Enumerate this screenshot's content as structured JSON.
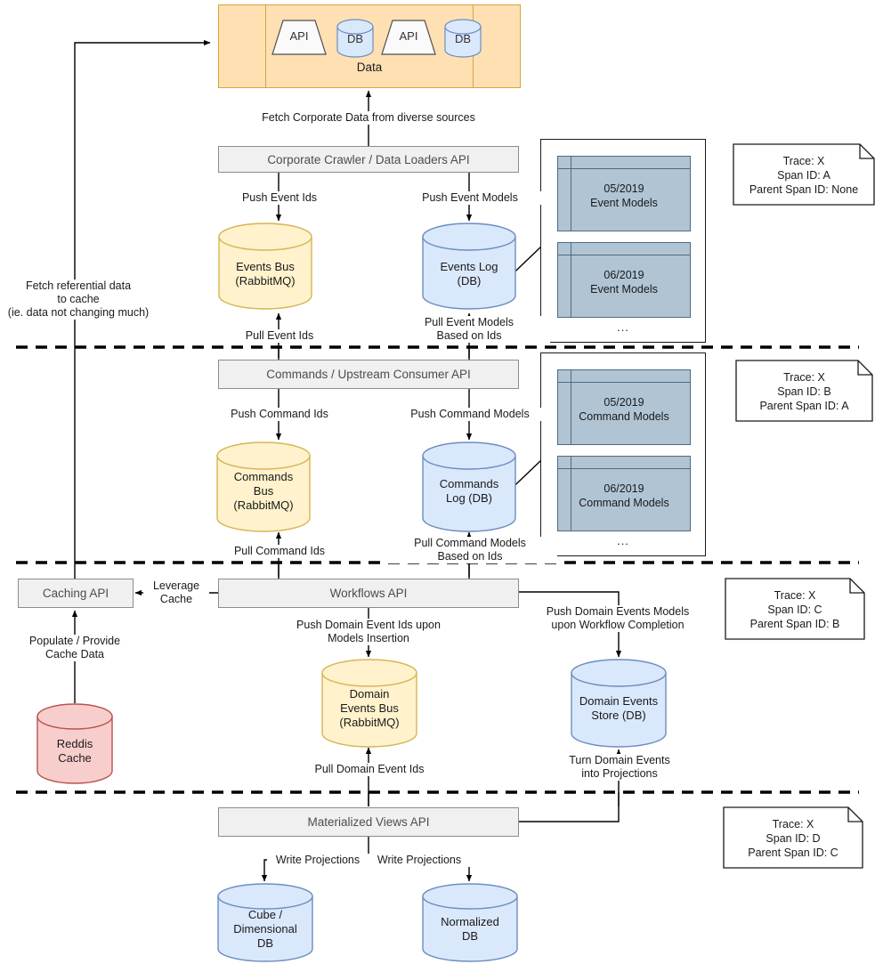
{
  "diagram": {
    "title": "Event-driven data platform architecture with distributed tracing spans",
    "colors": {
      "data_lane_fill": "#ffe0b2",
      "data_lane_stroke": "#d6a440",
      "bus_fill": "#fff2cc",
      "bus_stroke": "#d6b656",
      "db_fill": "#dae8fc",
      "db_stroke": "#6c8ebf",
      "cache_fill": "#f8cecc",
      "cache_stroke": "#b85450",
      "api_fill": "#f0f0f0",
      "api_stroke": "#8c8c8c",
      "model_fill": "#b0c4d4",
      "model_stroke": "#4f6b80",
      "line": "#000000"
    },
    "data_lane": {
      "label": "Data",
      "nodes": [
        {
          "kind": "api-trapezoid",
          "label": "API"
        },
        {
          "kind": "db-cylinder",
          "label": "DB"
        },
        {
          "kind": "api-trapezoid",
          "label": "API"
        },
        {
          "kind": "db-cylinder",
          "label": "DB"
        }
      ]
    },
    "apis": {
      "crawler": "Corporate Crawler / Data Loaders API",
      "commands": "Commands / Upstream Consumer API",
      "workflows": "Workflows API",
      "caching": "Caching API",
      "materialized": "Materialized Views API"
    },
    "stores": {
      "events_bus": "Events Bus\n(RabbitMQ)",
      "events_log": "Events Log\n(DB)",
      "commands_bus": "Commands\nBus\n(RabbitMQ)",
      "commands_log": "Commands\nLog (DB)",
      "domain_events_bus": "Domain\nEvents Bus\n(RabbitMQ)",
      "domain_events_store": "Domain Events\nStore (DB)",
      "reddis_cache": "Reddis\nCache",
      "cube_db": "Cube /\nDimensional\nDB",
      "normalized_db": "Normalized\nDB"
    },
    "edge_labels": {
      "fetch_corporate": "Fetch Corporate Data from diverse sources",
      "fetch_referential": "Fetch referential data\nto cache\n(ie. data not changing much)",
      "push_event_ids": "Push Event Ids",
      "push_event_models": "Push Event Models",
      "pull_event_ids": "Pull Event Ids",
      "pull_event_models": "Pull Event Models\nBased on Ids",
      "push_command_ids": "Push Command Ids",
      "push_command_models": "Push Command Models",
      "pull_command_ids": "Pull Command Ids",
      "pull_command_models": "Pull Command Models\nBased on Ids",
      "leverage_cache": "Leverage\nCache",
      "populate_cache": "Populate / Provide\nCache Data",
      "push_domain_event_ids": "Push Domain Event Ids upon\nModels Insertion",
      "push_domain_events_models": "Push Domain Events Models\nupon Workflow Completion",
      "pull_domain_event_ids": "Pull Domain Event Ids",
      "turn_domain_events": "Turn Domain Events\ninto Projections",
      "write_projections_left": "Write Projections",
      "write_projections_right": "Write Projections"
    },
    "model_groups": [
      {
        "name": "event-models",
        "items": [
          {
            "period": "05/2019",
            "label": "Event Models"
          },
          {
            "period": "06/2019",
            "label": "Event Models"
          }
        ],
        "more": "..."
      },
      {
        "name": "command-models",
        "items": [
          {
            "period": "05/2019",
            "label": "Command Models"
          },
          {
            "period": "06/2019",
            "label": "Command Models"
          }
        ],
        "more": "..."
      }
    ],
    "trace_notes": [
      {
        "trace": "Trace: X",
        "span": "Span ID: A",
        "parent": "Parent Span ID: None"
      },
      {
        "trace": "Trace: X",
        "span": "Span ID: B",
        "parent": "Parent Span ID: A"
      },
      {
        "trace": "Trace: X",
        "span": "Span ID: C",
        "parent": "Parent Span ID: B"
      },
      {
        "trace": "Trace: X",
        "span": "Span ID: D",
        "parent": "Parent Span ID: C"
      }
    ]
  }
}
